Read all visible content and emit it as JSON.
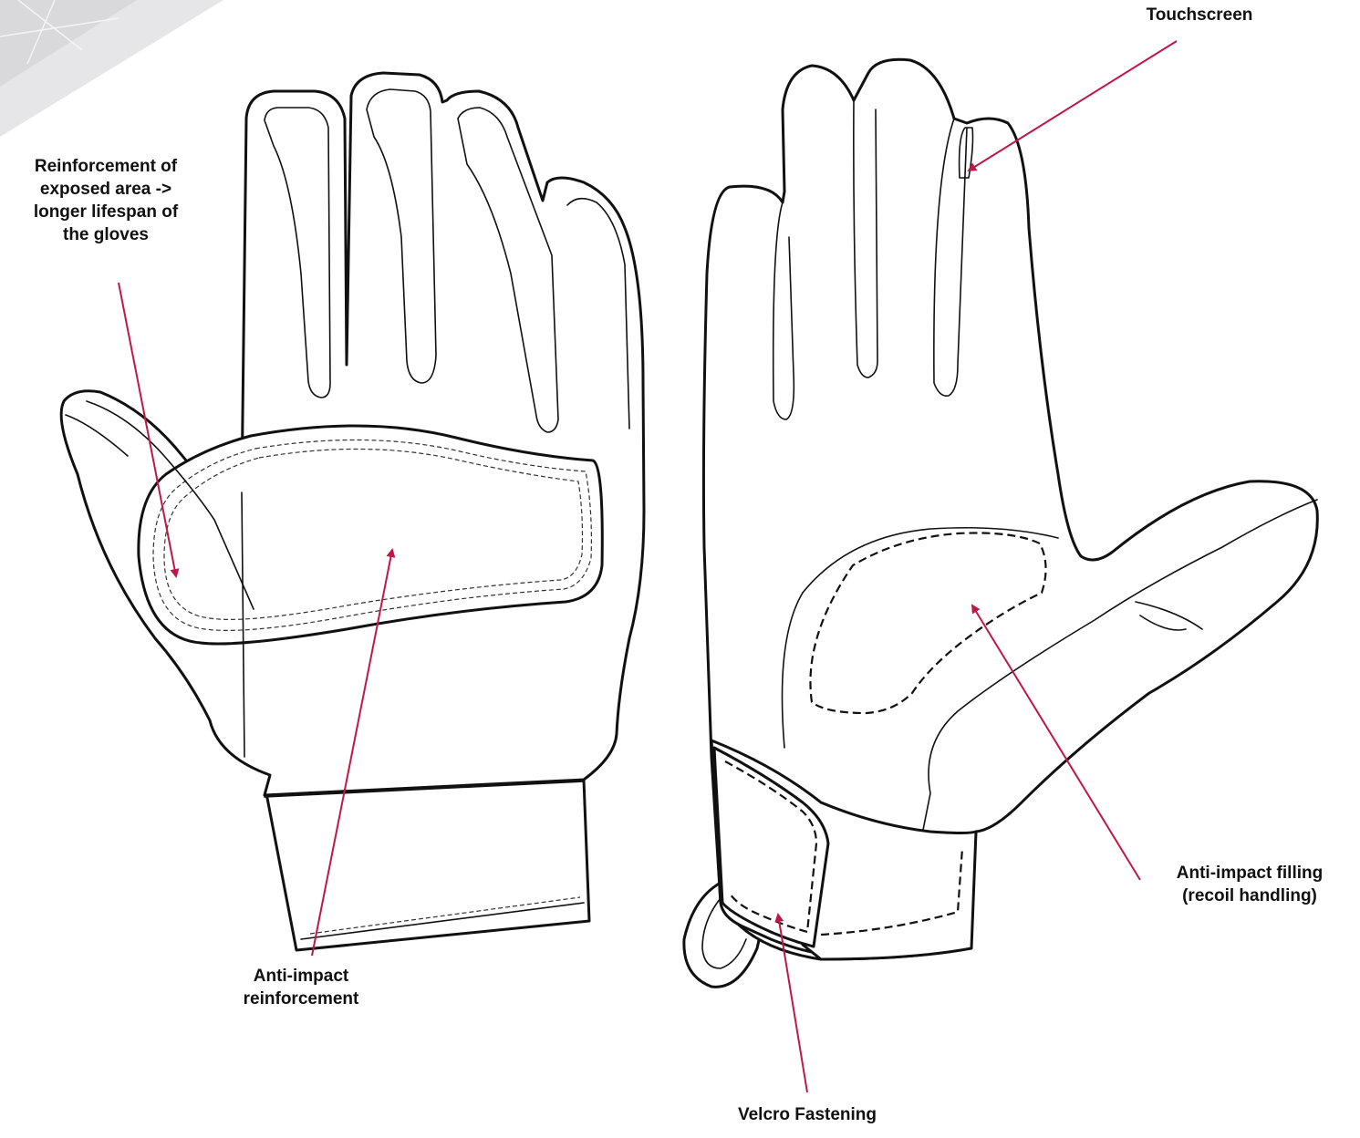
{
  "annotations": {
    "touchscreen": "Touchscreen",
    "reinforcement": [
      "Reinforcement of",
      "exposed area ->",
      "longer lifespan of",
      "the gloves"
    ],
    "anti_impact_reinforcement": [
      "Anti-impact",
      "reinforcement"
    ],
    "anti_impact_filling": [
      "Anti-impact filling",
      "(recoil handling)"
    ],
    "velcro": "Velcro Fastening"
  },
  "colors": {
    "arrow": "#c0174a",
    "line": "#111111",
    "corner_decoration": "#e2e2e4"
  }
}
